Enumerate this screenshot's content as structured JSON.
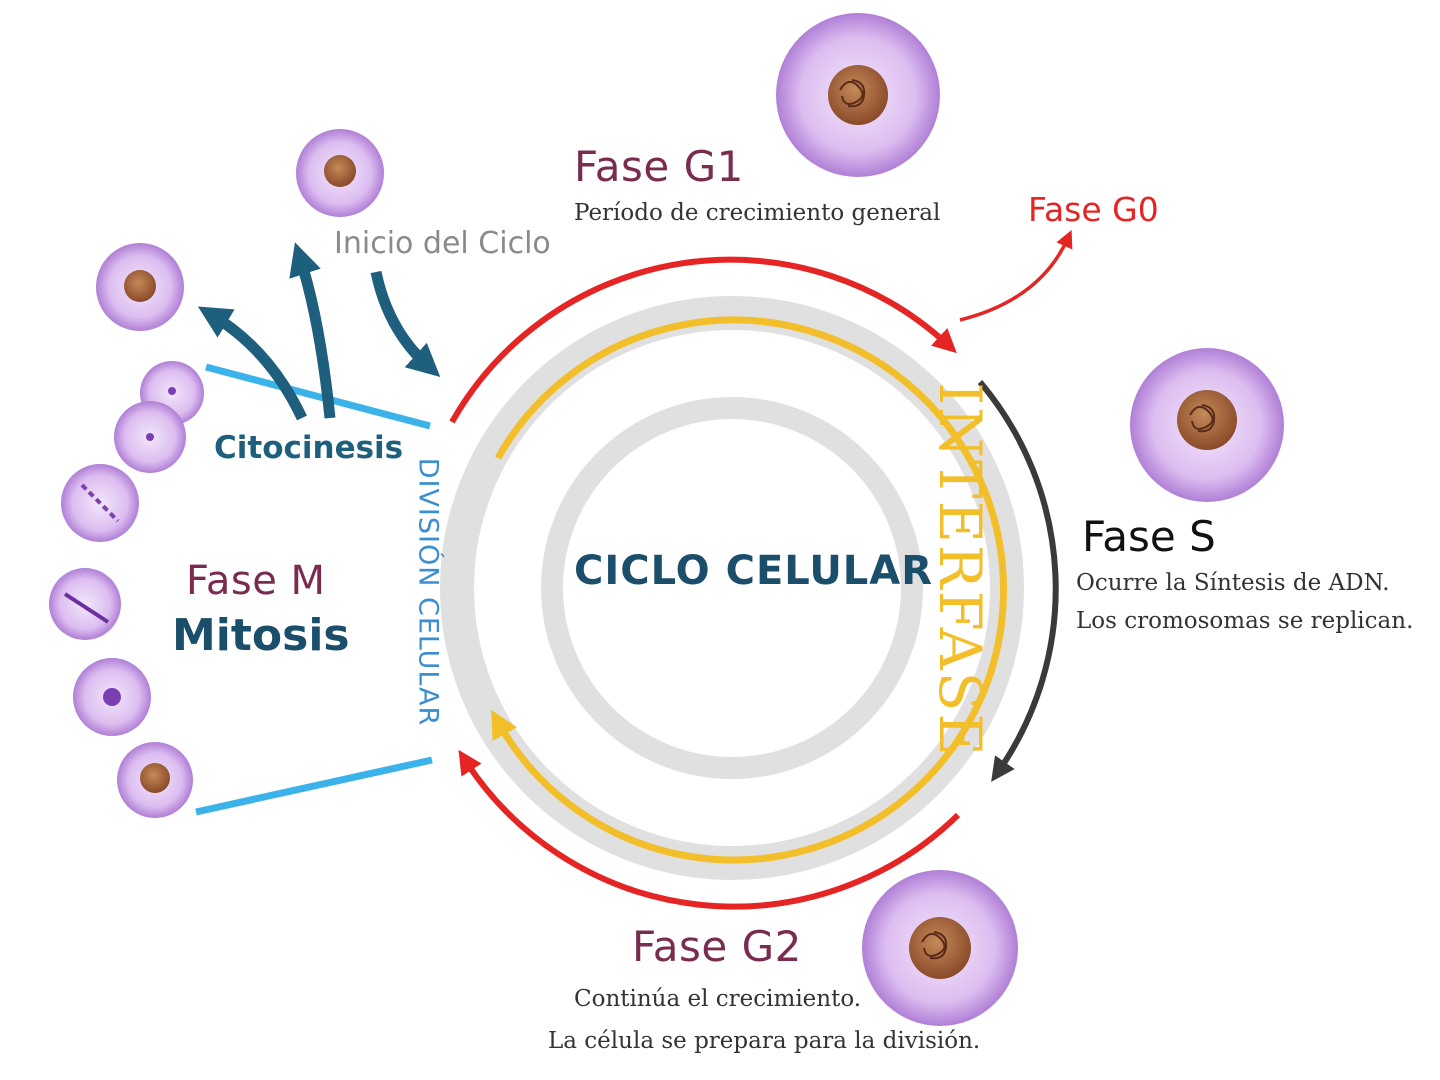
{
  "center": {
    "title": "CICLO CELULAR"
  },
  "ring_labels": {
    "interphase": "INTERFASE",
    "cell_division": "DIVISIÓN CELULAR"
  },
  "phases": {
    "g1": {
      "title": "Fase G1",
      "description": "Período de crecimiento general"
    },
    "g0": {
      "title": "Fase G0"
    },
    "s": {
      "title": "Fase S",
      "description_line1": "Ocurre la Síntesis de ADN.",
      "description_line2": "Los cromosomas se replican."
    },
    "g2": {
      "title": "Fase G2",
      "description_line1": "Continúa el crecimiento.",
      "description_line2": "La célula se prepara para la división."
    },
    "m": {
      "title": "Fase M",
      "subtitle": "Mitosis"
    },
    "cytokinesis": {
      "title": "Citocinesis"
    },
    "cycle_start": {
      "label": "Inicio del Ciclo"
    }
  },
  "colors": {
    "g1_arrow": "#e52424",
    "interphase": "#f2be2a",
    "s_arrow": "#3a3a3a",
    "mitosis_lines": "#3bb3ea",
    "cytokinesis_arrows": "#1f5f7e",
    "title_dark": "#1b4e6b",
    "phase_title": "#7a2c50",
    "ring_gray": "#e0e0e0",
    "cell_purple": "#c9a0e6"
  }
}
